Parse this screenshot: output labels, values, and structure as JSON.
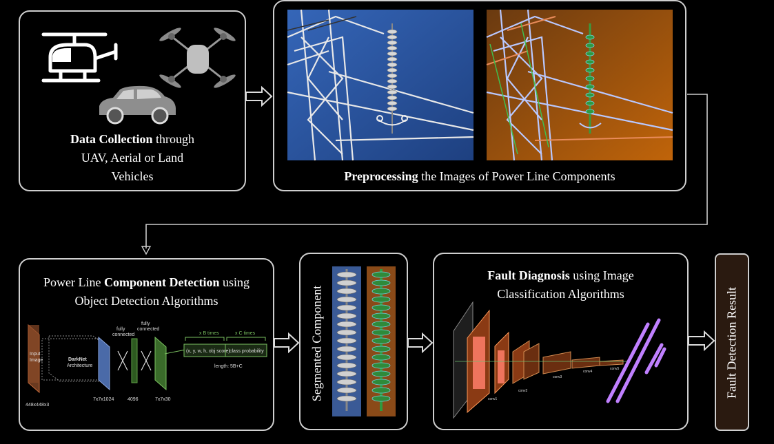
{
  "step1": {
    "title_bold": "Data Collection",
    "title_rest": " through",
    "line2": "UAV, Aerial or Land",
    "line3": "Vehicles"
  },
  "step2": {
    "title_bold": "Preprocessing",
    "title_rest": " the Images of Power Line Components"
  },
  "step3": {
    "line1_pre": "Power Line ",
    "line1_bold": "Component Detection",
    "line1_post": " using",
    "line2": "Object Detection Algorithms",
    "yolo": {
      "input_label_1": "Input",
      "input_label_2": "Image",
      "input_dim": "448x448x3",
      "darknet_1": "DarkNet",
      "darknet_2": "Architecture",
      "fc1_a": "fully",
      "fc1_b": "connected",
      "fc2_a": "fully",
      "fc2_b": "connected",
      "dim1": "7x7x1024",
      "dim2": "4096",
      "dim3": "7x7x30",
      "b_times": "x B times",
      "c_times": "x C times",
      "box_params": "(x, y, w, h, obj score)",
      "class_prob": "class probability",
      "length": "length: 5B+C"
    }
  },
  "step4": {
    "label": "Segmented Component"
  },
  "step5": {
    "title_bold": "Fault Diagnosis",
    "title_rest": " using Image",
    "line2": "Classification Algorithms"
  },
  "step6": {
    "label": "Fault Detection Result"
  },
  "colors": {
    "border": "#cfcfcf",
    "orange_box": "#a0522d",
    "salmon": "#ff7f6a",
    "violet": "#c080ff",
    "green_layer": "#3a6b2a",
    "blue_layer": "#6a8bc9",
    "result_box": "#2a1a10"
  },
  "icons": [
    "helicopter-icon",
    "drone-icon",
    "car-icon",
    "arrow-right-icon",
    "arrow-down-icon"
  ]
}
